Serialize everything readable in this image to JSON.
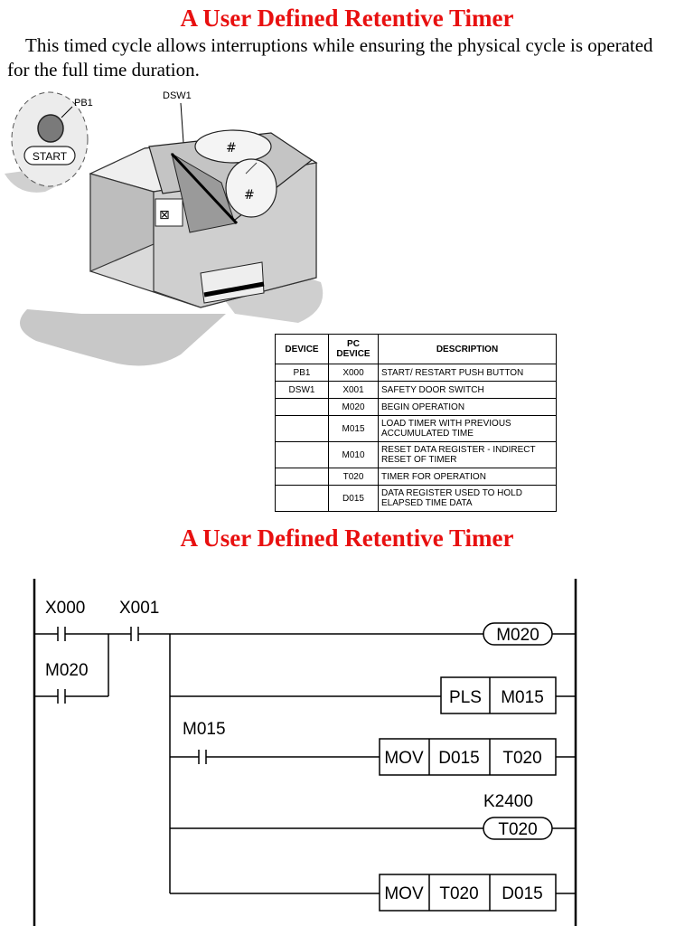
{
  "title": "A User Defined Retentive Timer",
  "intro": "This timed cycle allows interruptions while ensuring the physical cycle is operated for the full time duration.",
  "illustration": {
    "label_pb1": "PB1",
    "label_dsw1": "DSW1",
    "start_button": "START"
  },
  "device_table": {
    "headers": [
      "DEVICE",
      "PC DEVICE",
      "DESCRIPTION"
    ],
    "rows": [
      {
        "device": "PB1",
        "pc_device": "X000",
        "description": "START/ RESTART PUSH BUTTON"
      },
      {
        "device": "DSW1",
        "pc_device": "X001",
        "description": "SAFETY DOOR SWITCH"
      },
      {
        "device": "",
        "pc_device": "M020",
        "description": "BEGIN OPERATION"
      },
      {
        "device": "",
        "pc_device": "M015",
        "description": "LOAD TIMER WITH PREVIOUS ACCUMULATED TIME"
      },
      {
        "device": "",
        "pc_device": "M010",
        "description": "RESET DATA REGISTER - INDIRECT RESET OF TIMER"
      },
      {
        "device": "",
        "pc_device": "T020",
        "description": "TIMER FOR OPERATION"
      },
      {
        "device": "",
        "pc_device": "D015",
        "description": "DATA REGISTER USED TO HOLD ELAPSED TIME DATA"
      }
    ]
  },
  "subtitle": "A User Defined Retentive Timer",
  "ladder": {
    "contact_x000": "X000",
    "contact_x001": "X001",
    "contact_m020": "M020",
    "coil_m020": "M020",
    "pls_op": "PLS",
    "pls_arg": "M015",
    "contact_m015": "M015",
    "mov1_op": "MOV",
    "mov1_src": "D015",
    "mov1_dst": "T020",
    "timer_k": "K2400",
    "coil_t020": "T020",
    "mov2_op": "MOV",
    "mov2_src": "T020",
    "mov2_dst": "D015"
  }
}
